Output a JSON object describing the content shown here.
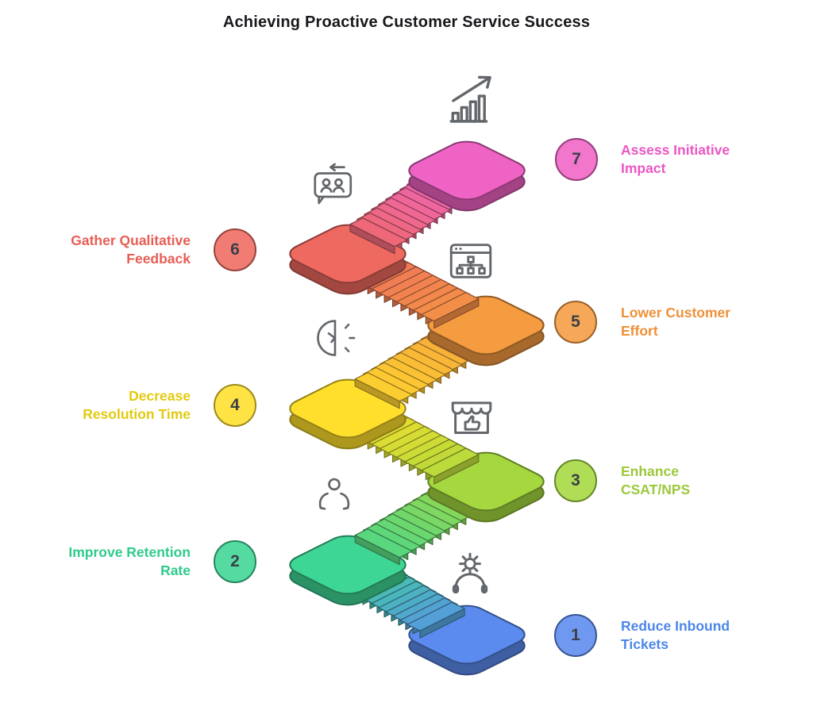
{
  "title": "Achieving Proactive Customer Service Success",
  "icon_stroke_color": "#63676b",
  "badge_text_color": "#3b4048",
  "steps": [
    {
      "number": "1",
      "label": "Reduce Inbound Tickets",
      "lines": [
        "Reduce Inbound",
        "Tickets"
      ],
      "color": "#5b8bee",
      "label_color": "#4d86ea",
      "side": "right",
      "icon": "gear-headset-icon"
    },
    {
      "number": "2",
      "label": "Improve Retention Rate",
      "lines": [
        "Improve Retention",
        "Rate"
      ],
      "color": "#3ed695",
      "label_color": "#2ecb8c",
      "side": "left",
      "icon": "customer-care-icon"
    },
    {
      "number": "3",
      "label": "Enhance CSAT/NPS",
      "lines": [
        "Enhance",
        "CSAT/NPS"
      ],
      "color": "#a5d83f",
      "label_color": "#9cc83d",
      "side": "right",
      "icon": "storefront-thumbs-up-icon"
    },
    {
      "number": "4",
      "label": "Decrease Resolution Time",
      "lines": [
        "Decrease",
        "Resolution Time"
      ],
      "color": "#ffdf2b",
      "label_color": "#e2ca10",
      "side": "left",
      "icon": "resolution-time-icon"
    },
    {
      "number": "5",
      "label": "Lower Customer Effort",
      "lines": [
        "Lower Customer",
        "Effort"
      ],
      "color": "#f59b40",
      "label_color": "#ee9038",
      "side": "right",
      "icon": "workflow-browser-icon"
    },
    {
      "number": "6",
      "label": "Gather Qualitative Feedback",
      "lines": [
        "Gather Qualitative",
        "Feedback"
      ],
      "color": "#ee6a60",
      "label_color": "#e75d54",
      "side": "left",
      "icon": "feedback-chat-icon"
    },
    {
      "number": "7",
      "label": "Assess Initiative Impact",
      "lines": [
        "Assess Initiative",
        "Impact"
      ],
      "color": "#ef63c5",
      "label_color": "#ec56c2",
      "side": "right",
      "icon": "bar-chart-growth-icon"
    }
  ]
}
